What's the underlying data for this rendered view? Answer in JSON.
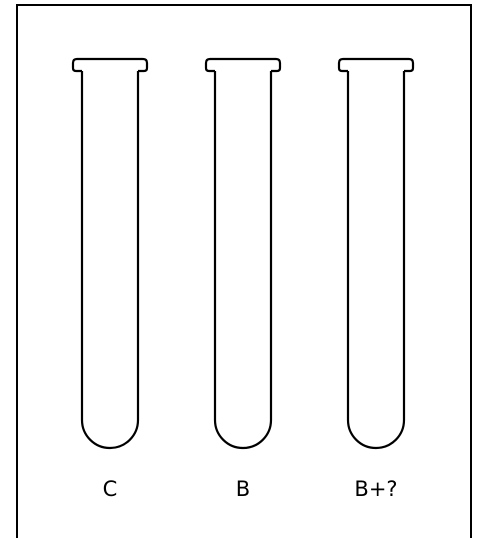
{
  "tubes": [
    {
      "label": "C"
    },
    {
      "label": "B"
    },
    {
      "label": "B+?"
    }
  ],
  "colors": {
    "stroke": "#000000",
    "background": "#ffffff"
  }
}
